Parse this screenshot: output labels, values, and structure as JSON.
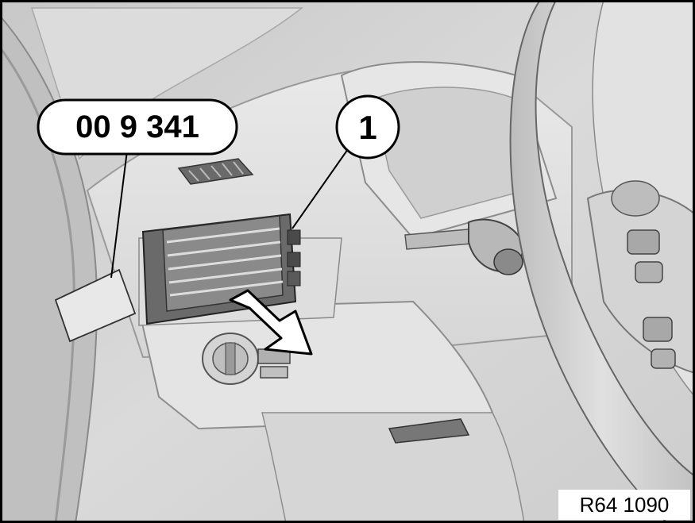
{
  "figure": {
    "tool_callout": "00 9 341",
    "part_callout": "1",
    "reference_code": "R64 1090"
  },
  "colors": {
    "background": "#d3d3d3",
    "dashboard": "#e2e2e2",
    "outline": "#000000",
    "vent_dark": "#5a5a5a",
    "tool_gray": "#c4c4c4",
    "arrow_fill": "#ffffff"
  }
}
